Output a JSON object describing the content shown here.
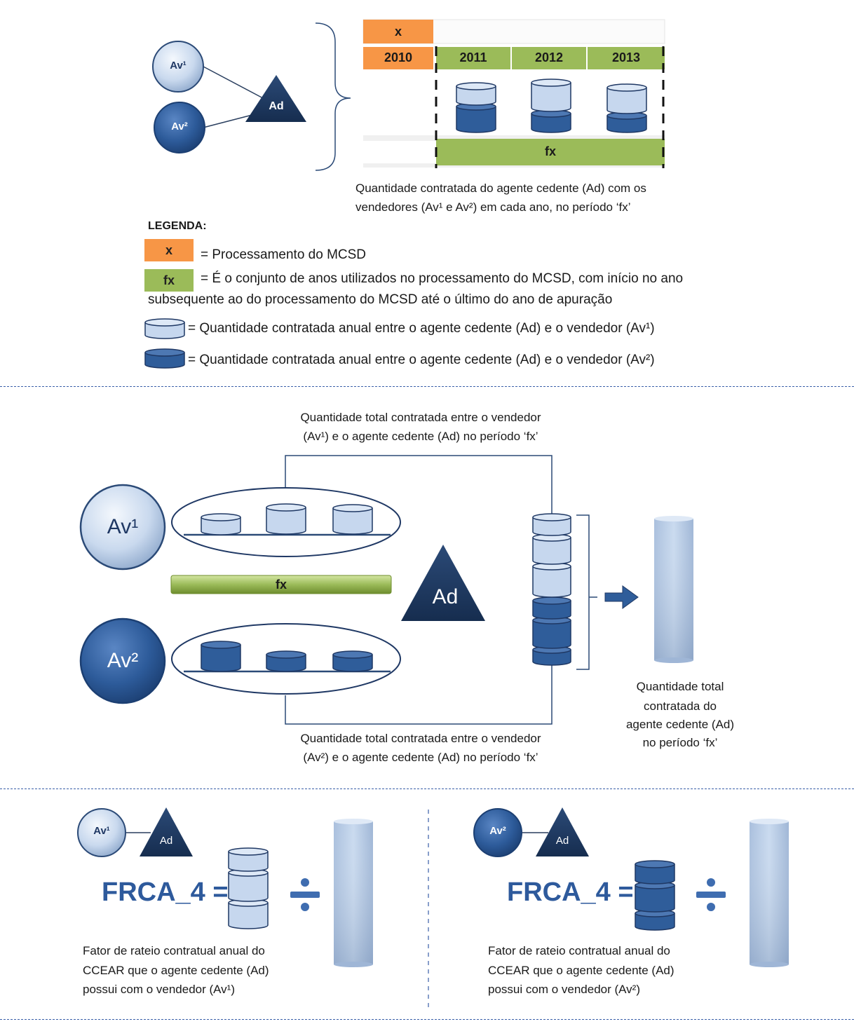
{
  "top": {
    "header_x": "x",
    "years": [
      "2010",
      "2011",
      "2012",
      "2013"
    ],
    "fx_label": "fx",
    "av1_label": "Av¹",
    "av2_label": "Av²",
    "ad_label": "Ad",
    "caption_line1": "Quantidade contratada do agente cedente (Ad) com  os",
    "caption_line2": "vendedores (Av¹ e Av²) em cada ano, no período ‘fx’"
  },
  "legend": {
    "title": "LEGENDA:",
    "x_box": "x",
    "x_text": "= Processamento do MCSD",
    "fx_box": "fx",
    "fx_text_line1": "= É o conjunto de anos utilizados no processamento do MCSD, com início no ano",
    "fx_text_line2": "subsequente ao do processamento do MCSD até o último do ano de apuração",
    "light_text": "= Quantidade contratada  anual entre o agente cedente (Ad) e o vendedor (Av¹)",
    "dark_text": "= Quantidade contratada  anual entre o agente cedente (Ad) e o vendedor (Av²)"
  },
  "middle": {
    "top_caption_line1": "Quantidade total contratada entre o vendedor",
    "top_caption_line2": "(Av¹) e o agente cedente  (Ad) no período ‘fx’",
    "bottom_caption_line1": "Quantidade  total contratada entre o vendedor",
    "bottom_caption_line2": "(Av²) e o agente cedente  (Ad) no período ‘fx’",
    "right_caption_line1": "Quantidade total",
    "right_caption_line2": "contratada do",
    "right_caption_line3": "agente cedente (Ad)",
    "right_caption_line4": "no período  ‘fx’",
    "av1_label": "Av¹",
    "av2_label": "Av²",
    "ad_label": "Ad",
    "fx_label": "fx"
  },
  "bottom": {
    "left": {
      "av_label": "Av¹",
      "ad_label": "Ad",
      "formula": "FRCA_4 =",
      "desc_line1": "Fator de rateio contratual anual do",
      "desc_line2": "CCEAR que o agente cedente  (Ad)",
      "desc_line3": "possui com o vendedor  (Av¹)"
    },
    "right": {
      "av_label": "Av²",
      "ad_label": "Ad",
      "formula": "FRCA_4 =",
      "desc_line1": "Fator de rateio contratual anual do",
      "desc_line2": "CCEAR que o agente cedente  (Ad)",
      "desc_line3": "possui com o vendedor  (Av²)"
    }
  },
  "colors": {
    "orange": "#f79646",
    "green": "#9bbb59",
    "light_blue": "#c6d7ee",
    "dark_blue": "#2f5d9a",
    "navy": "#1f3864",
    "formula_blue": "#2e5a9c"
  }
}
